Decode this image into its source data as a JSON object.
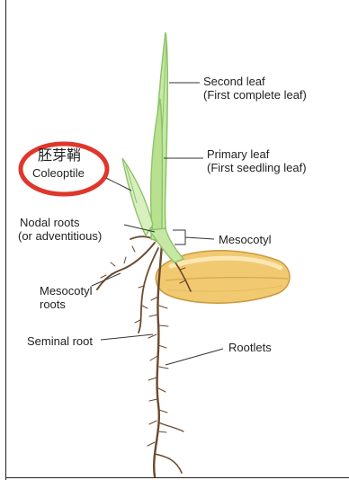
{
  "labels": {
    "second_leaf_1": "Second leaf",
    "second_leaf_2": "(First complete leaf)",
    "primary_leaf_1": "Primary leaf",
    "primary_leaf_2": "(First seedling leaf)",
    "coleoptile_cn": "胚芽鞘",
    "coleoptile_en": "Coleoptile",
    "nodal_roots_1": "Nodal roots",
    "nodal_roots_2": "(or adventitious)",
    "mesocotyl": "Mesocotyl",
    "mesocotyl_roots_1": "Mesocotyl",
    "mesocotyl_roots_2": "roots",
    "seminal_root": "Seminal root",
    "rootlets": "Rootlets"
  },
  "colors": {
    "leaf_light": "#c6e8a4",
    "leaf_dark": "#8cc36a",
    "seed": "#f1c971",
    "seed_light": "#fbe7b4",
    "root": "#6b4a2f",
    "highlight_circle": "#e0362b",
    "leader_line": "#333333"
  }
}
